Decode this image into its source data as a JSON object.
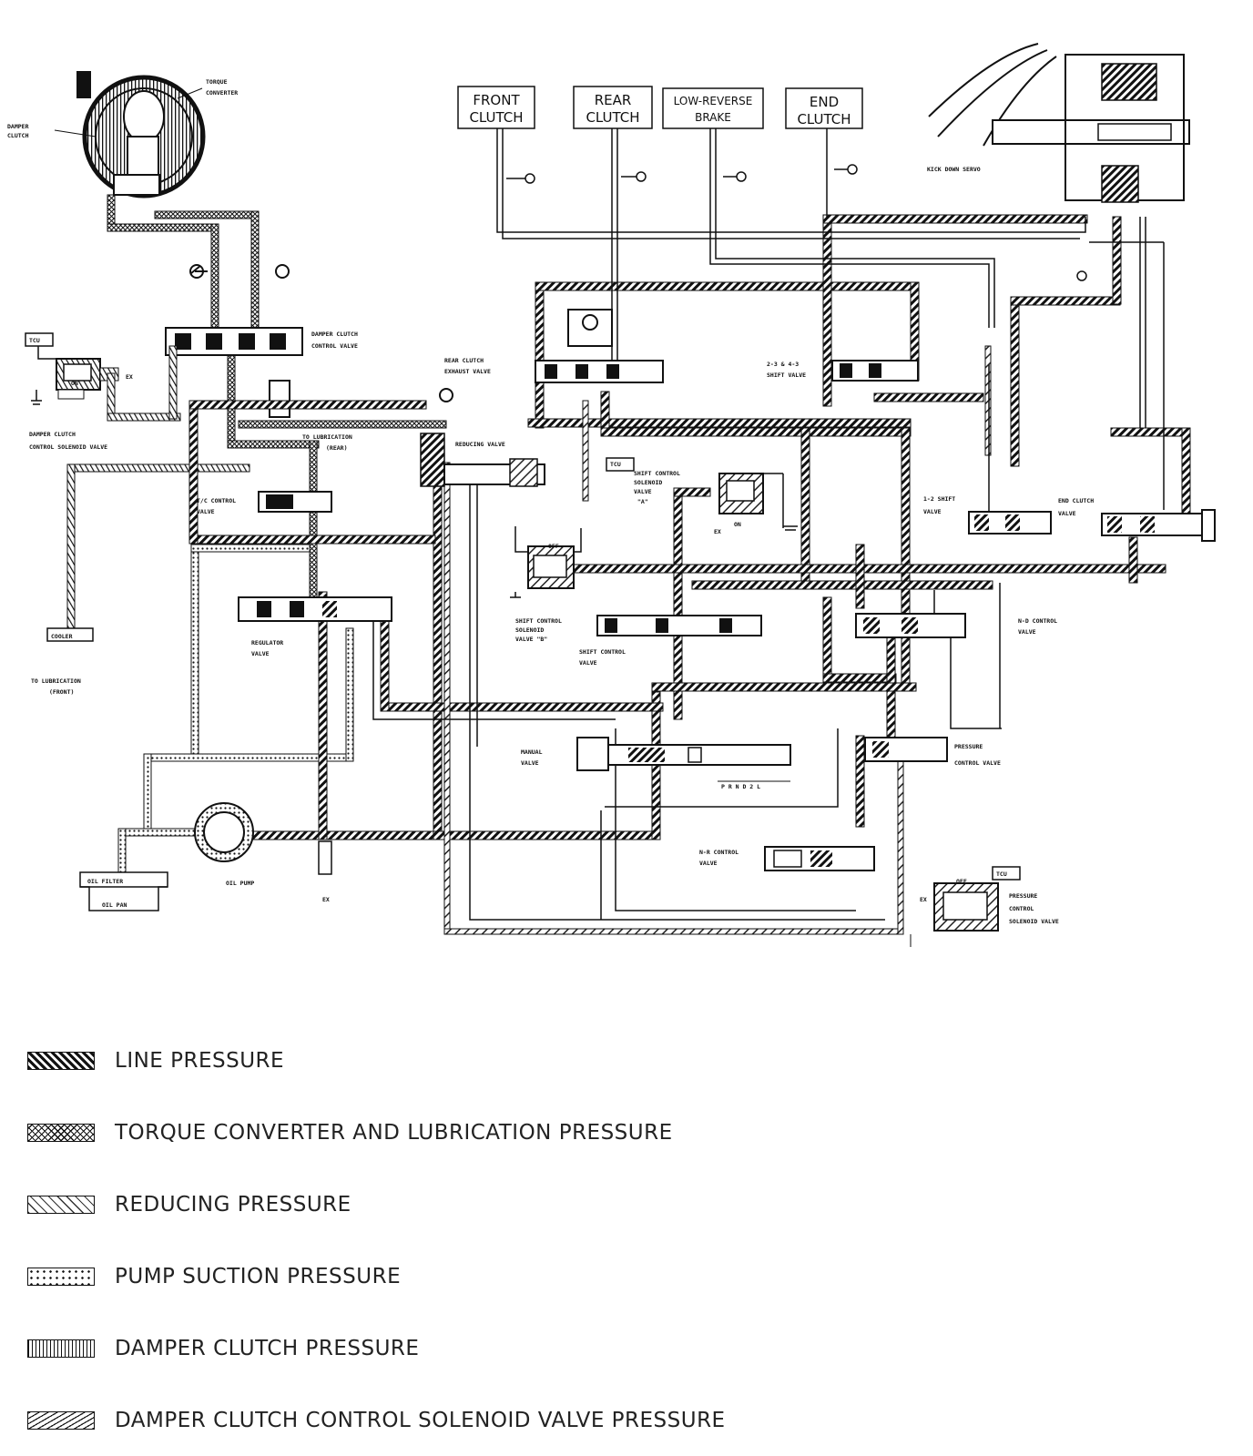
{
  "clutch_boxes": {
    "front_clutch": [
      "FRONT",
      "CLUTCH"
    ],
    "rear_clutch": [
      "REAR",
      "CLUTCH"
    ],
    "low_reverse_brake": [
      "LOW-REVERSE",
      "BRAKE"
    ],
    "end_clutch": [
      "END",
      "CLUTCH"
    ]
  },
  "labels": {
    "torque_converter": [
      "TORQUE",
      "CONVERTER"
    ],
    "damper_clutch": [
      "DAMPER",
      "CLUTCH"
    ],
    "kick_down_servo": "KICK DOWN SERVO",
    "damper_clutch_control_valve": [
      "DAMPER CLUTCH",
      "CONTROL VALVE"
    ],
    "damper_clutch_control_solenoid_valve": [
      "DAMPER CLUTCH",
      "CONTROL SOLENOID VALVE"
    ],
    "tcu": "TCU",
    "on": "ON",
    "off": "OFF",
    "ex": "EX",
    "rear_clutch_exhaust_valve": [
      "REAR CLUTCH",
      "EXHAUST VALVE"
    ],
    "shift_valve_23_43": [
      "2-3 & 4-3",
      "SHIFT VALVE"
    ],
    "to_lubrication_rear": [
      "TO LUBRICATION",
      "(REAR)"
    ],
    "reducing_valve": "REDUCING VALVE",
    "shift_control_solenoid_a": [
      "SHIFT CONTROL",
      "SOLENOID",
      "VALVE",
      "\"A\""
    ],
    "shift_control_solenoid_b": [
      "SHIFT CONTROL",
      "SOLENOID",
      "VALVE \"B\""
    ],
    "shift_control_valve": [
      "SHIFT CONTROL",
      "VALVE"
    ],
    "tc_control_valve": [
      "T/C CONTROL",
      "VALVE"
    ],
    "shift_valve_12": [
      "1-2 SHIFT",
      "VALVE"
    ],
    "end_clutch_valve": [
      "END CLUTCH",
      "VALVE"
    ],
    "nd_control_valve": [
      "N-D CONTROL",
      "VALVE"
    ],
    "cooler": "COOLER",
    "to_lubrication_front": [
      "TO LUBRICATION",
      "(FRONT)"
    ],
    "regulator_valve": [
      "REGULATOR",
      "VALVE"
    ],
    "manual_valve": [
      "MANUAL",
      "VALVE"
    ],
    "prnd2l": "P R N D 2 L",
    "pressure_control_valve": [
      "PRESSURE",
      "CONTROL VALVE"
    ],
    "nr_control_valve": [
      "N-R CONTROL",
      "VALVE"
    ],
    "pressure_control_solenoid_valve": [
      "PRESSURE",
      "CONTROL",
      "SOLENOID VALVE"
    ],
    "oil_filter": "OIL FILTER",
    "oil_pan": "OIL PAN",
    "oil_pump": "OIL PUMP"
  },
  "legend": [
    {
      "pattern": "line",
      "text": "LINE PRESSURE"
    },
    {
      "pattern": "tc",
      "text": "TORQUE CONVERTER AND LUBRICATION PRESSURE"
    },
    {
      "pattern": "red",
      "text": "REDUCING PRESSURE"
    },
    {
      "pattern": "suc",
      "text": "PUMP SUCTION PRESSURE"
    },
    {
      "pattern": "dc",
      "text": "DAMPER CLUTCH PRESSURE"
    },
    {
      "pattern": "dcs",
      "text": "DAMPER CLUTCH CONTROL SOLENOID VALVE PRESSURE"
    }
  ]
}
